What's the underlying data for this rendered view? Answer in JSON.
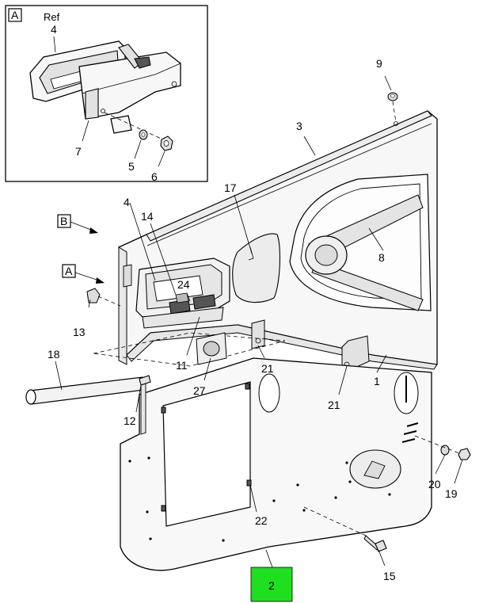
{
  "inset": {
    "tag": "A",
    "ref_label": "Ref",
    "callouts": [
      "4",
      "7",
      "5",
      "6"
    ]
  },
  "view_tags": [
    "B",
    "A"
  ],
  "callouts": [
    "9",
    "3",
    "17",
    "4",
    "14",
    "24",
    "8",
    "13",
    "18",
    "11",
    "21",
    "27",
    "1",
    "21",
    "12",
    "20",
    "19",
    "22",
    "15"
  ],
  "highlight": {
    "label": "2",
    "color": "#1ee01e"
  }
}
